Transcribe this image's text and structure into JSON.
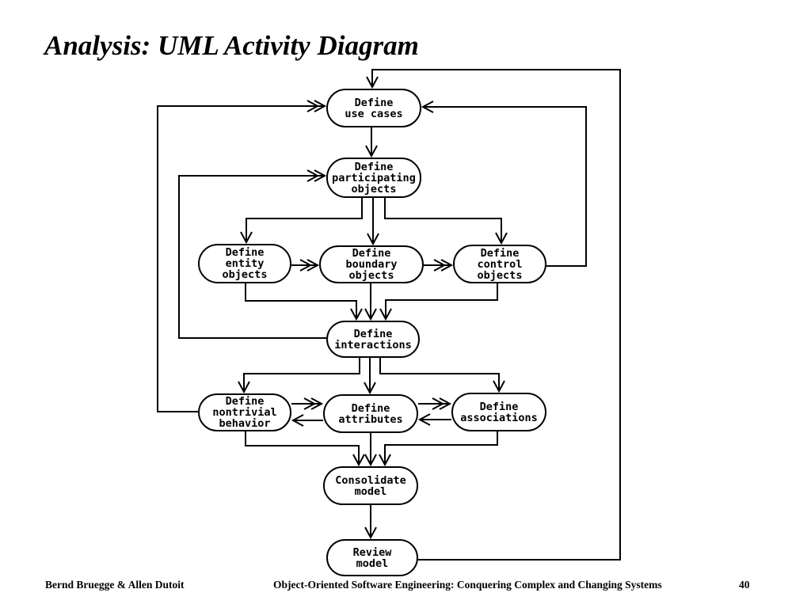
{
  "slide": {
    "title": "Analysis: UML Activity Diagram",
    "footer": {
      "authors": "Bernd Bruegge & Allen Dutoit",
      "book": "Object-Oriented Software Engineering: Conquering Complex and Changing Systems",
      "page_number": "40"
    }
  },
  "diagram": {
    "type": "uml-activity-diagram",
    "colors": {
      "stroke": "#000000",
      "fill": "#ffffff",
      "background": "#ffffff"
    },
    "nodes": {
      "use_cases": {
        "label": "Define\nuse cases"
      },
      "participating": {
        "label": "Define\nparticipating\nobjects"
      },
      "entity": {
        "label": "Define\nentity\nobjects"
      },
      "boundary": {
        "label": "Define\nboundary\nobjects"
      },
      "control": {
        "label": "Define\ncontrol\nobjects"
      },
      "interactions": {
        "label": "Define\ninteractions"
      },
      "nontrivial": {
        "label": "Define\nnontrivial\nbehavior"
      },
      "attributes": {
        "label": "Define\nattributes"
      },
      "associations": {
        "label": "Define\nassociations"
      },
      "consolidate": {
        "label": "Consolidate\nmodel"
      },
      "review": {
        "label": "Review\nmodel"
      }
    },
    "edges": [
      {
        "from": "review_model",
        "to": "define_use_cases"
      },
      {
        "from": "define_use_cases",
        "to": "define_participating_objects"
      },
      {
        "from": "define_nontrivial_behavior",
        "to": "define_use_cases"
      },
      {
        "from": "define_control_objects",
        "to": "define_use_cases"
      },
      {
        "from": "define_interactions",
        "to": "define_participating_objects"
      },
      {
        "from": "define_participating_objects",
        "to": "define_entity_objects"
      },
      {
        "from": "define_participating_objects",
        "to": "define_boundary_objects"
      },
      {
        "from": "define_participating_objects",
        "to": "define_control_objects"
      },
      {
        "from": "define_entity_objects",
        "to": "define_boundary_objects"
      },
      {
        "from": "define_boundary_objects",
        "to": "define_control_objects"
      },
      {
        "from": "define_entity_objects",
        "to": "define_interactions"
      },
      {
        "from": "define_boundary_objects",
        "to": "define_interactions"
      },
      {
        "from": "define_control_objects",
        "to": "define_interactions"
      },
      {
        "from": "define_interactions",
        "to": "define_nontrivial_behavior"
      },
      {
        "from": "define_interactions",
        "to": "define_attributes"
      },
      {
        "from": "define_interactions",
        "to": "define_associations"
      },
      {
        "from": "define_nontrivial_behavior",
        "to": "define_attributes"
      },
      {
        "from": "define_attributes",
        "to": "define_nontrivial_behavior"
      },
      {
        "from": "define_attributes",
        "to": "define_associations"
      },
      {
        "from": "define_associations",
        "to": "define_attributes"
      },
      {
        "from": "define_nontrivial_behavior",
        "to": "consolidate_model"
      },
      {
        "from": "define_attributes",
        "to": "consolidate_model"
      },
      {
        "from": "define_associations",
        "to": "consolidate_model"
      },
      {
        "from": "consolidate_model",
        "to": "review_model"
      }
    ]
  }
}
